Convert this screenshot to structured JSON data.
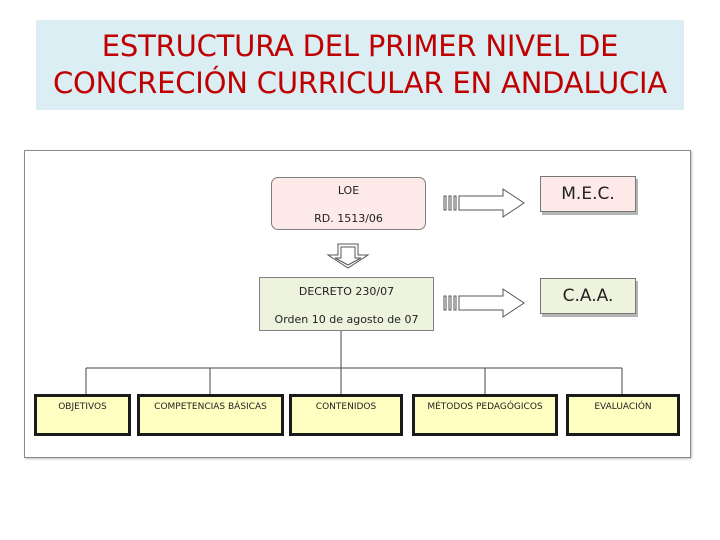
{
  "title": {
    "line1": "ESTRUCTURA DEL PRIMER NIVEL DE",
    "line2": "CONCRECIÓN CURRICULAR EN ANDALUCIA"
  },
  "diagram": {
    "loe_box": {
      "line1": "LOE",
      "line2": "RD. 1513/06"
    },
    "decreto_box": {
      "line1": "DECRETO 230/07",
      "line2": "Orden 10 de agosto de 07"
    },
    "mec_label": "M.E.C.",
    "caa_label": "C.A.A.",
    "leaves": [
      {
        "label": "OBJETIVOS"
      },
      {
        "label": "COMPETENCIAS BÁSICAS"
      },
      {
        "label": "CONTENIDOS"
      },
      {
        "label": "MÉTODOS PEDAGÓGICOS"
      },
      {
        "label": "EVALUACIÓN"
      }
    ]
  },
  "colors": {
    "title_text": "#c00000",
    "title_background": "#dbeef4",
    "loe_fill": "#fde9e7",
    "decreto_fill": "#eef3de",
    "leaf_fill": "#ffffc2"
  }
}
